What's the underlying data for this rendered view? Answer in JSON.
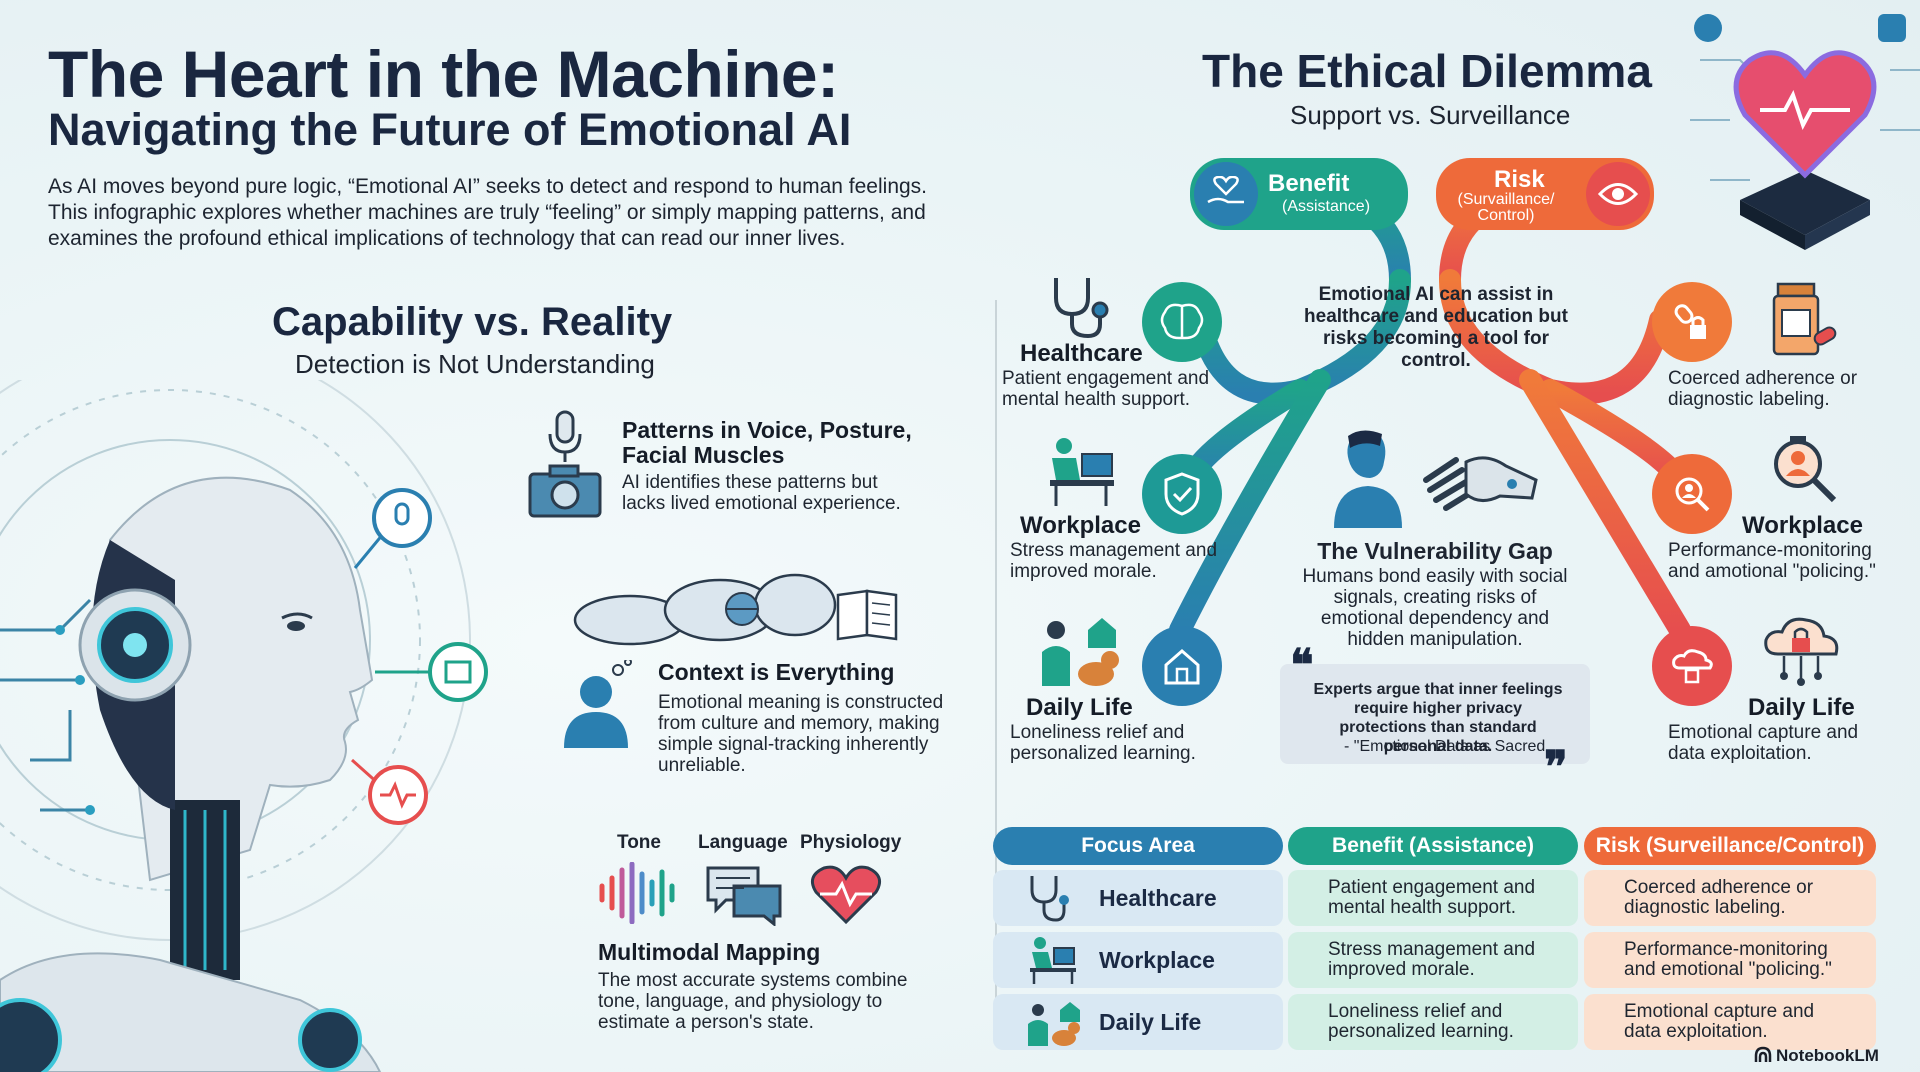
{
  "header": {
    "title": "The Heart in the Machine:",
    "subtitle": "Navigating the Future of Emotional AI",
    "intro": "As AI moves beyond pure logic, “Emotional AI” seeks to detect and respond to human feelings. This infographic explores whether machines are truly “feeling” or simply mapping patterns, and examines the profound ethical implications of technology that can read our inner lives."
  },
  "capability": {
    "title": "Capability vs. Reality",
    "subtitle": "Detection is Not Understanding",
    "patterns": {
      "title": "Patterns in Voice, Posture, Facial Muscles",
      "text": "AI identifies these patterns but lacks lived emotional experience."
    },
    "context": {
      "title": "Context is Everything",
      "text": "Emotional meaning is constructed from culture and memory, making simple signal-tracking inherently unreliable."
    },
    "modalities": [
      "Tone",
      "Language",
      "Physiology"
    ],
    "multimodal": {
      "title": "Multimodal Mapping",
      "text": "The most accurate systems combine tone, language, and physiology to estimate a person's state."
    }
  },
  "ethics": {
    "title": "The Ethical Dilemma",
    "subtitle": "Support vs. Surveillance",
    "benefit_label": "Benefit",
    "benefit_sub": "(Assistance)",
    "risk_label": "Risk",
    "risk_sub": "(Survaillance/ Control)",
    "center_text": "Emotional AI can assist in healthcare and education but risks becoming a tool for control.",
    "benefits": [
      {
        "title": "Healthcare",
        "text": "Patient engagement and mental health support."
      },
      {
        "title": "Workplace",
        "text": "Stress management and improved morale."
      },
      {
        "title": "Daily Life",
        "text": "Loneliness relief and personalized learning."
      }
    ],
    "risks": [
      {
        "title": "",
        "text": "Coerced adherence or diagnostic labeling."
      },
      {
        "title": "Workplace",
        "text": "Performance-monitoring and amotional \"policing.\""
      },
      {
        "title": "Daily Life",
        "text": "Emotional capture and data exploitation."
      }
    ],
    "vulnerability": {
      "title": "The Vulnerability Gap",
      "text": "Humans bond easily with social signals, creating risks of emotional dependency and hidden manipulation."
    },
    "quote": "Experts argue that inner feelings require higher privacy protections than standard personal data.",
    "quote_source": "- \"Emotional Data as Sacred"
  },
  "table": {
    "headers": [
      "Focus Area",
      "Benefit (Assistance)",
      "Risk (Surveillance/Control)"
    ],
    "rows": [
      {
        "area": "Healthcare",
        "benefit": "Patient engagement and mental health support.",
        "risk": "Coerced adherence or diagnostic labeling."
      },
      {
        "area": "Workplace",
        "benefit": "Stress management and improved morale.",
        "risk": "Performance-monitoring and emotional \"policing.\""
      },
      {
        "area": "Daily Life",
        "benefit": "Loneliness relief and personalized learning.",
        "risk": "Emotional capture and data exploitation."
      }
    ]
  },
  "footer": {
    "brand": "NotebookLM"
  },
  "colors": {
    "navy": "#1a2740",
    "teal": "#1fa38a",
    "blue": "#2a7fb0",
    "orange": "#ee6a3a",
    "coral": "#e64e4e"
  }
}
